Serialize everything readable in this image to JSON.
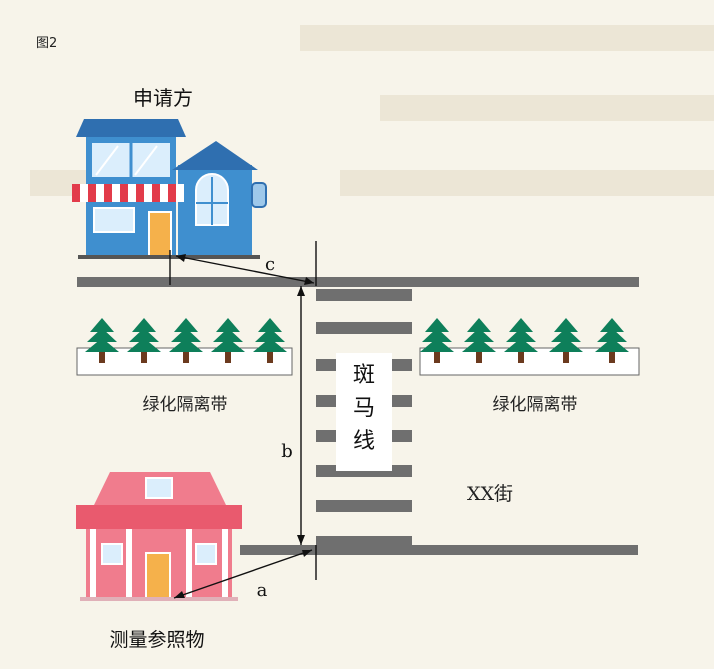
{
  "figure_label": "图2",
  "labels": {
    "applicant": "申请方",
    "reference": "测量参照物",
    "crosswalk": [
      "斑",
      "马",
      "线"
    ],
    "green_left": "绿化隔离带",
    "green_right": "绿化隔离带",
    "street": "XX街",
    "dim_a": "a",
    "dim_b": "b",
    "dim_c": "c"
  },
  "colors": {
    "road": "#6f6f6f",
    "tree_leaf": "#0e7f5a",
    "tree_trunk": "#6b3a1e",
    "blue_house": "#3f8fcf",
    "pink_house": "#f07c8d"
  }
}
